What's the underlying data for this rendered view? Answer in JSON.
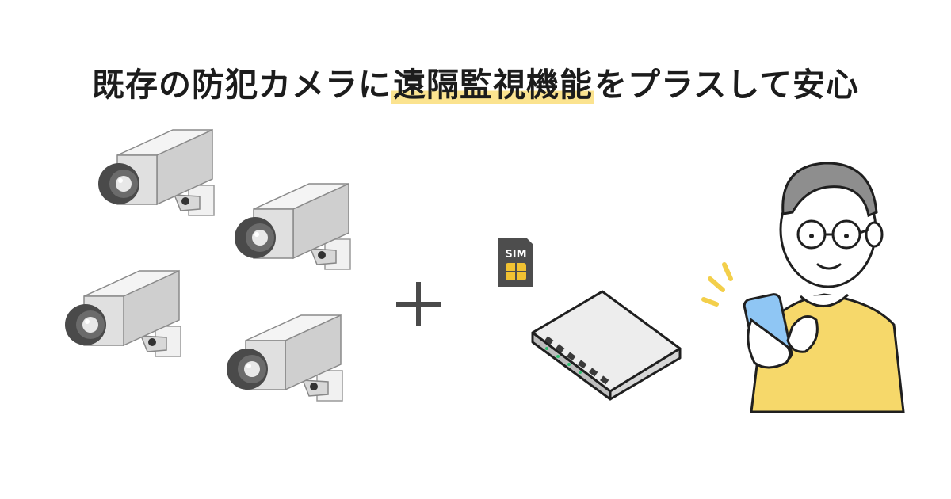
{
  "headline": {
    "prefix": "既存の防犯カメラに",
    "highlight": "遠隔監視機能",
    "suffix": "をプラスして安心"
  },
  "plus_sign": "+",
  "sim_card": {
    "label": "SIM"
  },
  "colors": {
    "highlight": "#fbe38f",
    "camera_body": "#e6e6e6",
    "lens": "#4a4a4a",
    "router": "#cfcfcf",
    "status_led": "#2fbf71",
    "sweater": "#f6d86a",
    "phone_screen": "#8fc6f4",
    "hair": "#8e8e8e",
    "outline": "#1f1f1f"
  },
  "icons": [
    "security-camera-icon",
    "sim-card-icon",
    "network-switch-icon",
    "man-with-smartphone-icon",
    "plus-icon"
  ]
}
